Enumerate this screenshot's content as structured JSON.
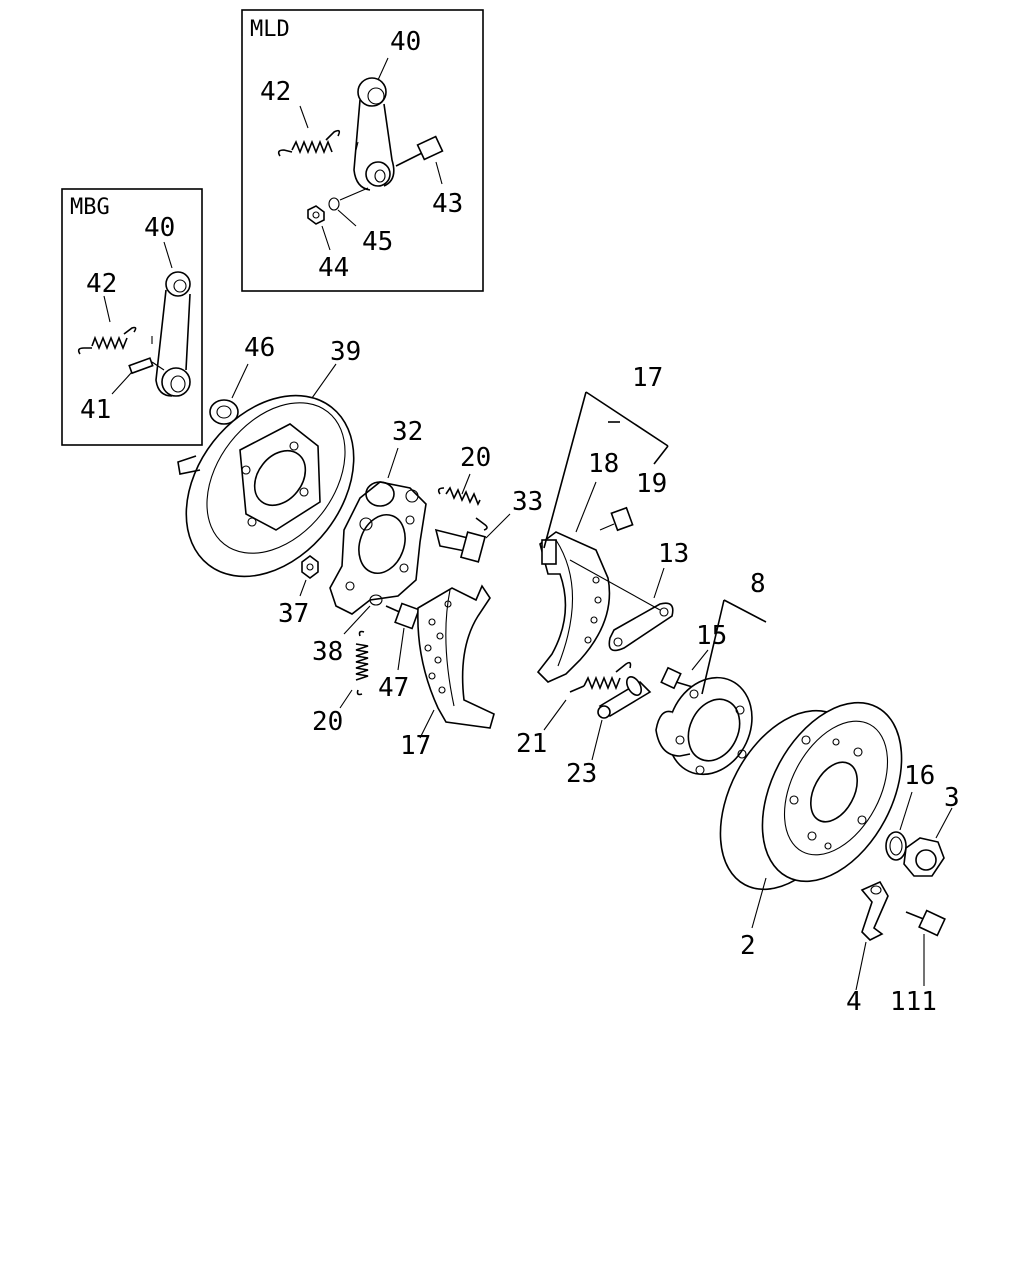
{
  "boxes": {
    "mld": "MLD",
    "mbg": "MBG"
  },
  "callouts": {
    "mld_40": "40",
    "mld_42": "42",
    "mld_43": "43",
    "mld_44": "44",
    "mld_45": "45",
    "mbg_40": "40",
    "mbg_42": "42",
    "mbg_41": "41",
    "p46": "46",
    "p39": "39",
    "p32": "32",
    "p20a": "20",
    "p33": "33",
    "p37": "37",
    "p38": "38",
    "p47": "47",
    "p20b": "20",
    "p17a": "17",
    "p17b": "17",
    "p18": "18",
    "p19": "19",
    "p13": "13",
    "p8": "8",
    "p15": "15",
    "p21": "21",
    "p23": "23",
    "p16": "16",
    "p3": "3",
    "p2": "2",
    "p4": "4",
    "p111": "111"
  }
}
